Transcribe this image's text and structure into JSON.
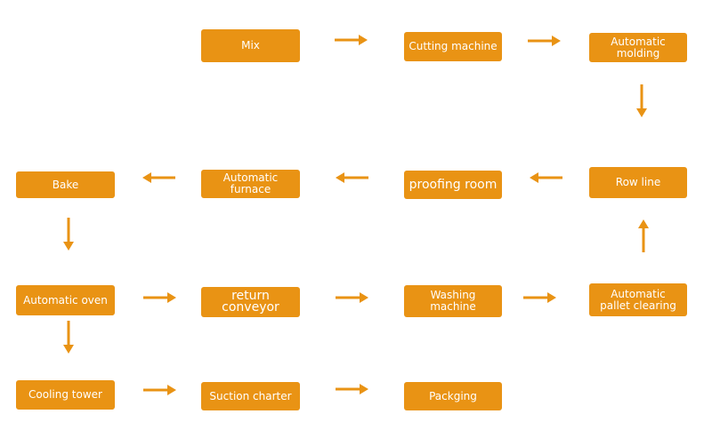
{
  "colors": {
    "box": "#e99314",
    "arrow": "#e99314",
    "text": "#ffffff"
  },
  "nodes": [
    {
      "id": "mix",
      "label": "Mix"
    },
    {
      "id": "cutting",
      "label": "Cutting machine"
    },
    {
      "id": "molding",
      "label": "Automatic molding"
    },
    {
      "id": "row",
      "label": "Row line"
    },
    {
      "id": "proofing",
      "label": "proofing room"
    },
    {
      "id": "furnace",
      "label": "Automatic furnace"
    },
    {
      "id": "bake",
      "label": "Bake"
    },
    {
      "id": "oven",
      "label": "Automatic oven"
    },
    {
      "id": "return",
      "label": "return conveyor"
    },
    {
      "id": "washing",
      "label": "Washing machine"
    },
    {
      "id": "pallet",
      "label": "Automatic\npallet clearing"
    },
    {
      "id": "cooling",
      "label": "Cooling tower"
    },
    {
      "id": "suction",
      "label": "Suction charter"
    },
    {
      "id": "packaging",
      "label": "Packging"
    }
  ],
  "edges": [
    {
      "from": "mix",
      "to": "cutting"
    },
    {
      "from": "cutting",
      "to": "molding"
    },
    {
      "from": "molding",
      "to": "row"
    },
    {
      "from": "row",
      "to": "proofing"
    },
    {
      "from": "proofing",
      "to": "furnace"
    },
    {
      "from": "furnace",
      "to": "bake"
    },
    {
      "from": "bake",
      "to": "oven"
    },
    {
      "from": "oven",
      "to": "return"
    },
    {
      "from": "return",
      "to": "washing"
    },
    {
      "from": "washing",
      "to": "pallet"
    },
    {
      "from": "pallet",
      "to": "row"
    },
    {
      "from": "oven",
      "to": "cooling"
    },
    {
      "from": "cooling",
      "to": "suction"
    },
    {
      "from": "suction",
      "to": "packaging"
    }
  ]
}
